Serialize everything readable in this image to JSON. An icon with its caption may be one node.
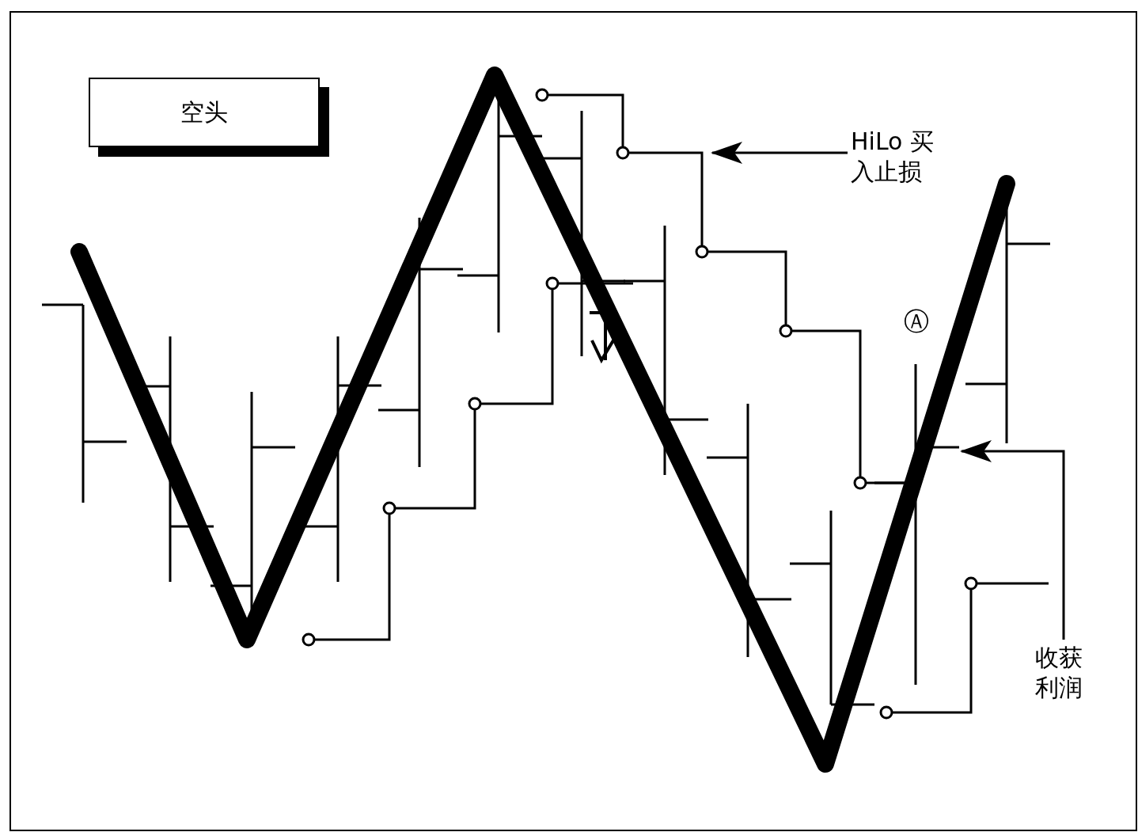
{
  "diagram": {
    "nodes": [
      {
        "text": [
          "空头"
        ]
      },
      {
        "text": [
          "HiLo 买入止损"
        ]
      },
      {
        "text": [
          "收获利润"
        ]
      }
    ],
    "edges": [
      {
        "from": 1,
        "to": null,
        "arrow": "to"
      },
      {
        "from": 2,
        "to": null,
        "arrow": "to"
      }
    ],
    "labels": [
      "Ⓐ"
    ]
  }
}
